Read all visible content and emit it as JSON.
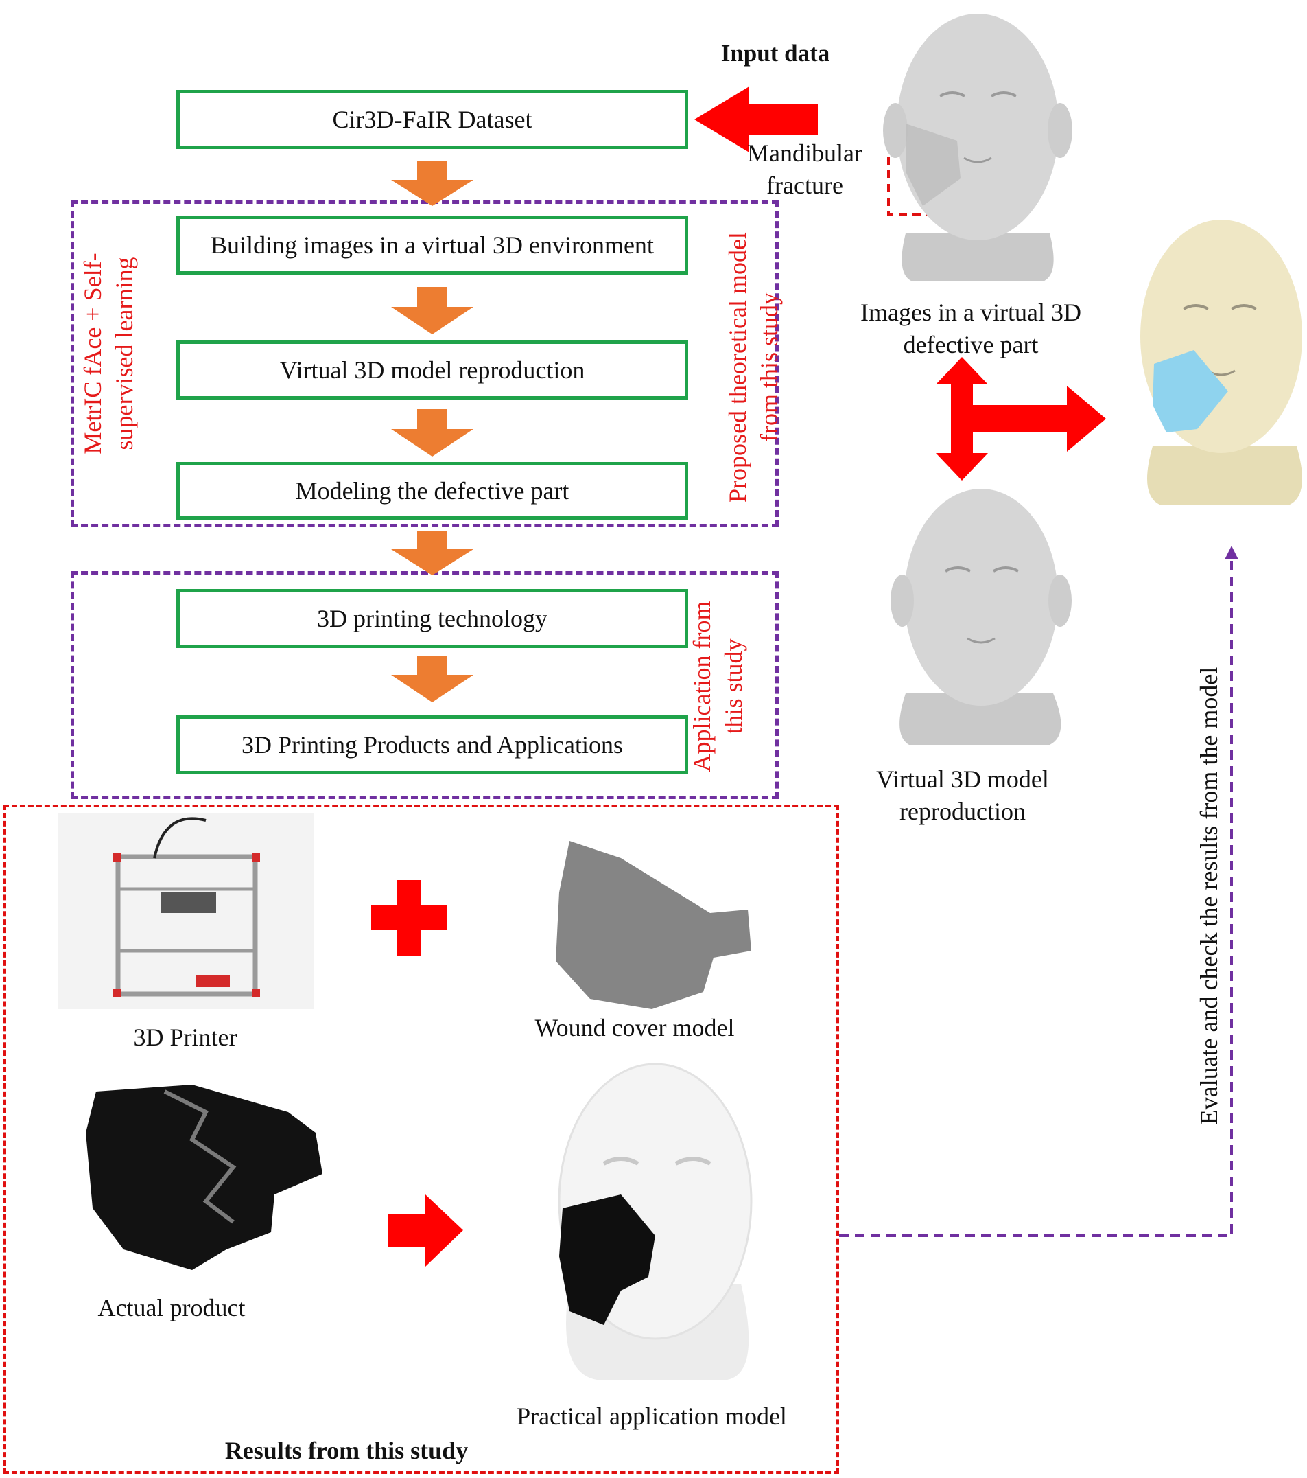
{
  "input_label": "Input data",
  "fracture_label": "Mandibular fracture",
  "steps": [
    "Cir3D-FaIR Dataset",
    "Building images in a virtual 3D environment",
    "Virtual 3D model reproduction",
    "Modeling the defective part",
    "3D printing technology",
    "3D Printing Products and Applications"
  ],
  "group_left_label": "MetrIC fAce + Self-supervised learning",
  "group_right_label": "Proposed theoretical model from this study",
  "application_label": "Application from this study",
  "images_defective_label": "Images in a virtual 3D defective part",
  "virtual_repro_label": "Virtual 3D model reproduction",
  "evaluate_label": "Evaluate and check the results from the model",
  "printer_label": "3D Printer",
  "wound_label": "Wound cover model",
  "actual_label": "Actual product",
  "practical_label": "Practical application model",
  "results_label": "Results from this study",
  "colors": {
    "box_border": "#1fa34a",
    "group_border": "#7030a0",
    "accent_red": "#e51a1a",
    "arrow_orange": "#ed7d31"
  }
}
